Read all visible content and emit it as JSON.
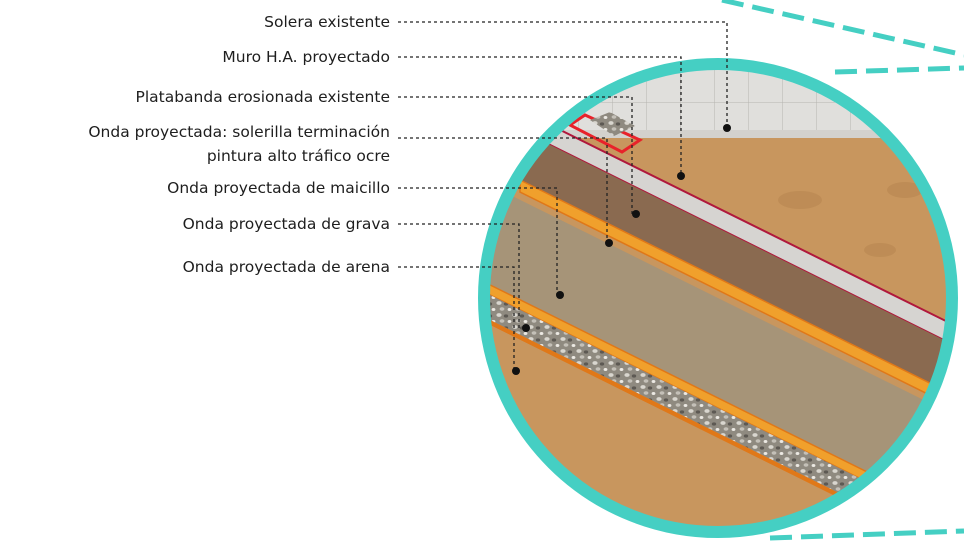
{
  "colors": {
    "ring": "#45cfc3",
    "leader": "#222222",
    "sand": "#c8965e",
    "soil_dark": "#8a6a50",
    "concrete": "#d2d0cd",
    "wall_edge": "#b0183c",
    "orange_band": "#f0a02c",
    "maicillo": "#a69478",
    "gravel": "#9a968c",
    "solera": "#dcdad7"
  },
  "labels": [
    {
      "id": "solera",
      "text": "Solera existente",
      "layer_icon": "solera-layer"
    },
    {
      "id": "muro",
      "text": "Muro H.A. proyectado",
      "layer_icon": "muro-layer"
    },
    {
      "id": "platabanda",
      "text": "Platabanda erosionada existente",
      "layer_icon": "soil-layer"
    },
    {
      "id": "solerilla",
      "text": "Onda proyectada: solerilla terminación",
      "text2": "pintura alto tráfico ocre",
      "layer_icon": "orange-band"
    },
    {
      "id": "maicillo",
      "text": "Onda proyectada de maicillo",
      "layer_icon": "maicillo-layer"
    },
    {
      "id": "grava",
      "text": "Onda proyectada de grava",
      "layer_icon": "gravel-layer"
    },
    {
      "id": "arena",
      "text": "Onda proyectada de arena",
      "layer_icon": "sand-layer"
    }
  ]
}
